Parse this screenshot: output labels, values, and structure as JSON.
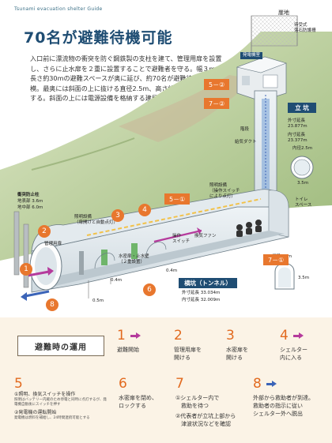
{
  "guide_label": "Tsunami evacuation shelter Guide",
  "title": "70名が避難待機可能",
  "description": "入口前に漂流物の衝突を防ぐ鋼鉄製の支柱を建て、管理用扉を設置し、さらに止水扉を２重に設置することで避難者を守る。幅３m、長さ約30mの避難スペースが奥に延び、約70名が避難待機できる規模。最奥には斜面の上に抜ける直径2.5m、高さ約23mの立坑を整備する。斜面の上には電源設備を格納する建屋がある。",
  "labels": {
    "cliff": "崖地",
    "debris_fence": "待受式\n落石防護柵",
    "generator_room": "発電機室",
    "shaft_title": "立 坑",
    "shaft_outer": "外寸延長\n23.877m",
    "shaft_inner": "内寸延長\n23.377m",
    "shaft_diameter": "内径2.5m",
    "shaft_width": "3.5m",
    "ladder": "階段",
    "air_duct": "給気ダクト",
    "lighting": "照明設備\n（操作スイッチ\nにより点灯）",
    "lighting_left": "照明設備\n（扉開けと自動点灯）",
    "toilet": "トイレ\nスペース",
    "switch": "操作\nスイッチ",
    "fan": "換気ファン",
    "width": "幅員3.0m",
    "height": "3.5m",
    "tunnel_title": "横坑（トンネル）",
    "tunnel_outer": "外寸延長 33.034m",
    "tunnel_inner": "内寸延長 32.009m",
    "impact_pillar": "衝突防止柱",
    "pillar_above": "地表部 3.6m",
    "pillar_below": "地中部 6.0m",
    "mgmt_door": "管理用扉",
    "watertight_door": "水密扉・止水壁\n（２重設置）",
    "dim_04a": "0.4m",
    "dim_04b": "0.4m",
    "dim_05": "0.5m"
  },
  "callouts": {
    "c1": "1",
    "c2": "2",
    "c3": "3",
    "c4": "4",
    "c5_1": "5－①",
    "c5_2": "5－②",
    "c6": "6",
    "c7_1": "7－①",
    "c7_2": "7－②",
    "c8": "8"
  },
  "operations": {
    "heading": "避難時の運用",
    "steps": [
      {
        "num": "1",
        "text": "避難開始"
      },
      {
        "num": "2",
        "text": "管理用扉を\n開ける"
      },
      {
        "num": "3",
        "text": "水密扉を\n開ける"
      },
      {
        "num": "4",
        "text": "シェルター\n内に入る"
      },
      {
        "num": "5",
        "text": "①照明、換気スイッチを操作",
        "note1": "照明はバッテリー内蔵のため停電と同時に点灯するが、発電機自動後にスイッチを押す",
        "text2": "②発電機の運転開始",
        "note2": "発電機は燃料を補給し、24時間連続可能とする"
      },
      {
        "num": "6",
        "text": "水密扉を閉め、\nロックする"
      },
      {
        "num": "7",
        "text": "①シェルター内で\n　救助を待つ",
        "text2": "②代表者が立坑上部から\n　津波状況などを確認"
      },
      {
        "num": "8",
        "text": "外部から救助者が到達。\n救助者の指示に従い\nシェルター外へ脱出"
      }
    ]
  },
  "colors": {
    "accent": "#e8772e",
    "navy": "#1f4d73",
    "arrow_purple": "#b53a9c",
    "arrow_blue": "#3b64b8",
    "bg_bottom": "#fbf3e6"
  }
}
